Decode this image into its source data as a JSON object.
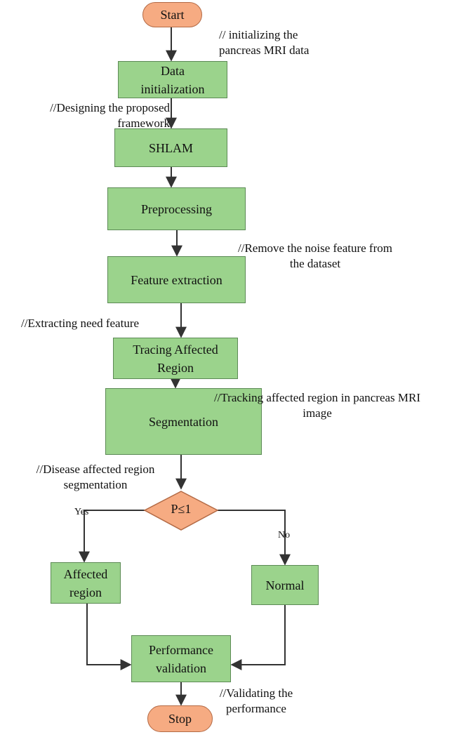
{
  "flowchart": {
    "start": "Start",
    "stop": "Stop",
    "steps": {
      "data_init": "Data\ninitialization",
      "shlam": "SHLAM",
      "preprocessing": "Preprocessing",
      "feature_extraction": "Feature extraction",
      "tracing": "Tracing Affected\nRegion",
      "segmentation": "Segmentation",
      "affected": "Affected\nregion",
      "normal": "Normal",
      "performance": "Performance\nvalidation"
    },
    "decision": {
      "label": "P≤1",
      "yes": "Yes",
      "no": "No"
    },
    "notes": {
      "init": "// initializing the\npancreas MRI data",
      "design": "//Designing the proposed\nframework",
      "noise": "//Remove the noise feature from\nthe dataset",
      "extract": "//Extracting need feature",
      "track": "//Tracking affected region in pancreas MRI\nimage",
      "disease": "//Disease affected region\nsegmentation",
      "validate": "//Validating the\nperformance"
    },
    "colors": {
      "process_fill": "#9bd38c",
      "terminal_fill": "#f6ab82",
      "decision_fill": "#f6ab82",
      "arrow": "#333333"
    }
  }
}
